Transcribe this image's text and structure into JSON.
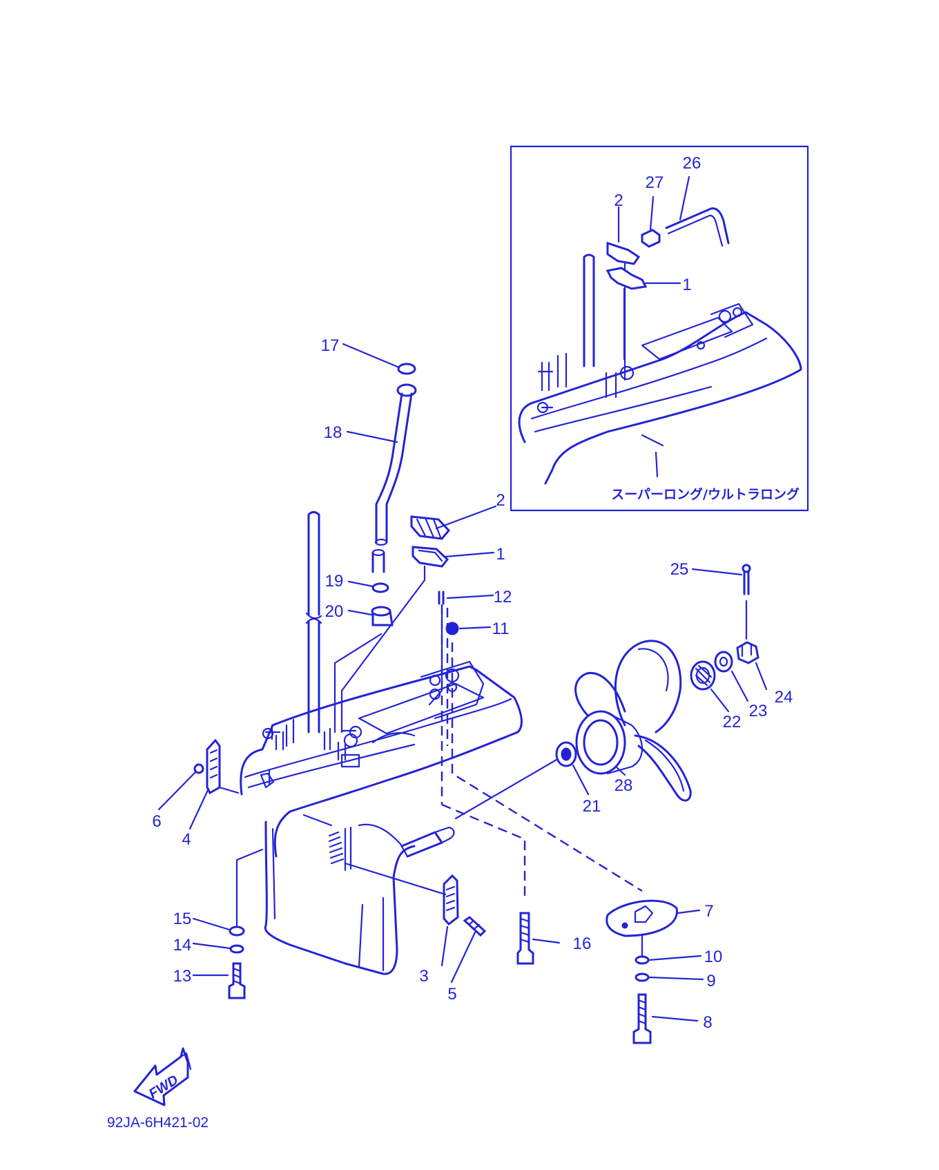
{
  "labels": {
    "p1": "1",
    "p2": "2",
    "p3": "3",
    "p4": "4",
    "p5": "5",
    "p6": "6",
    "p7": "7",
    "p8": "8",
    "p9": "9",
    "p10": "10",
    "p11": "11",
    "p12": "12",
    "p13": "13",
    "p14": "14",
    "p15": "15",
    "p16": "16",
    "p17": "17",
    "p18": "18",
    "p19": "19",
    "p20": "20",
    "p21": "21",
    "p22": "22",
    "p23": "23",
    "p24": "24",
    "p25": "25",
    "p28": "28",
    "inset1": "1",
    "inset2": "2",
    "inset26": "26",
    "inset27": "27"
  },
  "inset_caption": "スーパーロング/ウルトラロング",
  "fwd_label": "FWD",
  "diagram_code": "92JA-6H421-02",
  "colors": {
    "ink": "#2323d6",
    "background": "#ffffff"
  }
}
